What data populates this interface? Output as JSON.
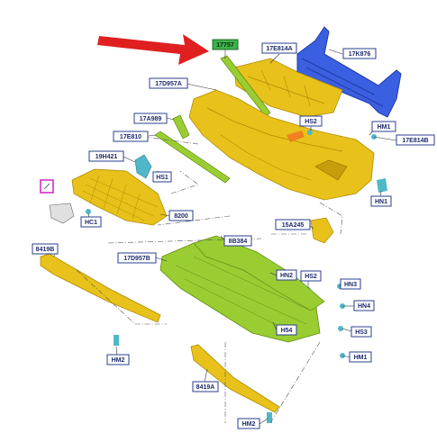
{
  "colors": {
    "yellow": "#e8c21a",
    "yellow_dark": "#b08a05",
    "green": "#9acd32",
    "green_dark": "#5e8a12",
    "blue": "#3a5fe0",
    "blue_dark": "#1f3aa8",
    "teal": "#4fb8c8",
    "arrow": "#e02020",
    "label_highlight": "#3db24a",
    "magenta": "#d020c0"
  },
  "labels": {
    "l17757": "17757",
    "l17E814A": "17E814A",
    "l17K876": "17K876",
    "l17D957A": "17D957A",
    "l17A989": "17A989",
    "lHS2a": "HS2",
    "lHM1a": "HM1",
    "l17E810": "17E810",
    "l17E814B": "17E814B",
    "l19H421": "19H421",
    "lHS1": "HS1",
    "lHN1": "HN1",
    "lHC1": "HC1",
    "l8200": "8200",
    "l15A245": "15A245",
    "l8B384": "8B384",
    "l8419B": "8419B",
    "l17D957B": "17D957B",
    "lHN2": "HN2",
    "lHS2b": "HS2",
    "lHN3": "HN3",
    "lHN4": "HN4",
    "lHS3": "HS3",
    "lH54": "H54",
    "lHM1b": "HM1",
    "lHM2a": "HM2",
    "l8419A": "8419A",
    "lHM2b": "HM2"
  }
}
